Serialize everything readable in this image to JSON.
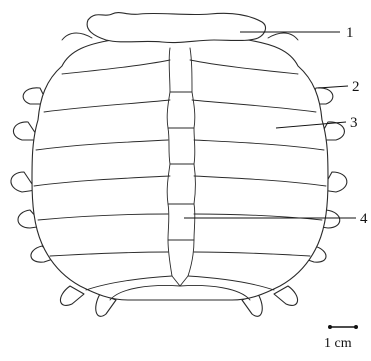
{
  "figure": {
    "callouts": [
      {
        "label": "1"
      },
      {
        "label": "2"
      },
      {
        "label": "3"
      },
      {
        "label": "4"
      }
    ],
    "scale_bar": {
      "label": "1 cm"
    }
  }
}
